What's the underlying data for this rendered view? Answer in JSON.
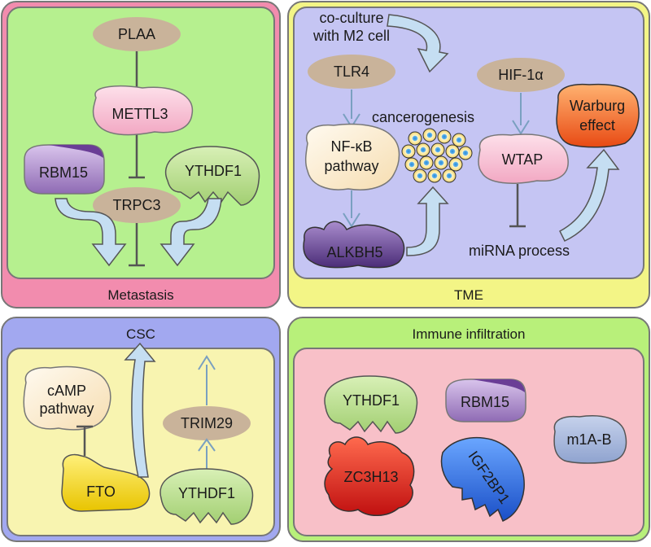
{
  "panels": {
    "metastasis": {
      "title": "Metastasis",
      "nodes": {
        "plaa": "PLAA",
        "mettl3": "METTL3",
        "rbm15": "RBM15",
        "trpc3": "TRPC3",
        "ythdf1": "YTHDF1"
      }
    },
    "tme": {
      "title": "TME",
      "coculture": [
        "co-culture",
        "with M2 cell"
      ],
      "nodes": {
        "tlr4": "TLR4",
        "hif1a": "HIF-1α",
        "nfkb": [
          "NF-κB",
          "pathway"
        ],
        "alkbh5": "ALKBH5",
        "wtap": "WTAP",
        "warburg": [
          "Warburg",
          "effect"
        ]
      },
      "cancerogenesis": "cancerogenesis",
      "mirna": "miRNA process"
    },
    "csc": {
      "title": "CSC",
      "nodes": {
        "camp": [
          "cAMP",
          "pathway"
        ],
        "trim29": "TRIM29",
        "fto": "FTO",
        "ythdf1": "YTHDF1"
      }
    },
    "immune": {
      "title": "Immune infiltration",
      "nodes": {
        "ythdf1": "YTHDF1",
        "rbm15": "RBM15",
        "m1ab": "m1A-B",
        "zc3h13": "ZC3H13",
        "igf2bp1": "IGF2BP1"
      }
    }
  },
  "colors": {
    "metastasis_frame": "#f28cae",
    "metastasis_inner": "#b6f08f",
    "tme_frame": "#f3f586",
    "tme_inner": "#c5c5f3",
    "csc_frame": "#a2a8f0",
    "csc_inner": "#f8f4b0",
    "immune_frame": "#b8f07a",
    "immune_inner": "#f8c0c8",
    "oval": "#c9b39a",
    "pink_blob": "#f7bcd2",
    "purple": "#a07cc0",
    "green": "#b7dc8f",
    "arrow_blue": "#c5def2"
  }
}
